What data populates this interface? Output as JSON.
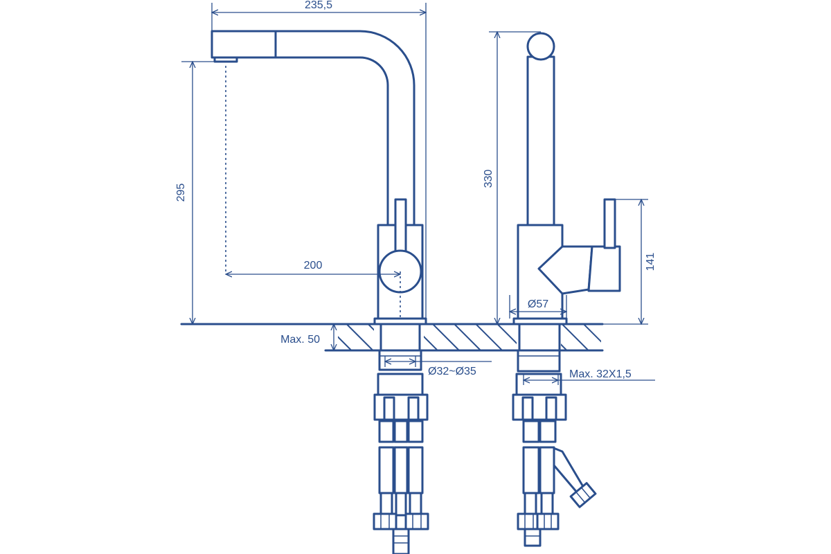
{
  "colors": {
    "line": "#2a4e8c",
    "background": "#ffffff"
  },
  "dimensions": {
    "overall_width": "235,5",
    "spout_height": "295",
    "spout_reach": "200",
    "overall_height": "330",
    "handle_height": "141",
    "base_diameter": "Ø57",
    "hole_diameter": "Ø32~Ø35",
    "thread": "Max. 32X1,5",
    "countertop_thickness": "Max. 50"
  }
}
